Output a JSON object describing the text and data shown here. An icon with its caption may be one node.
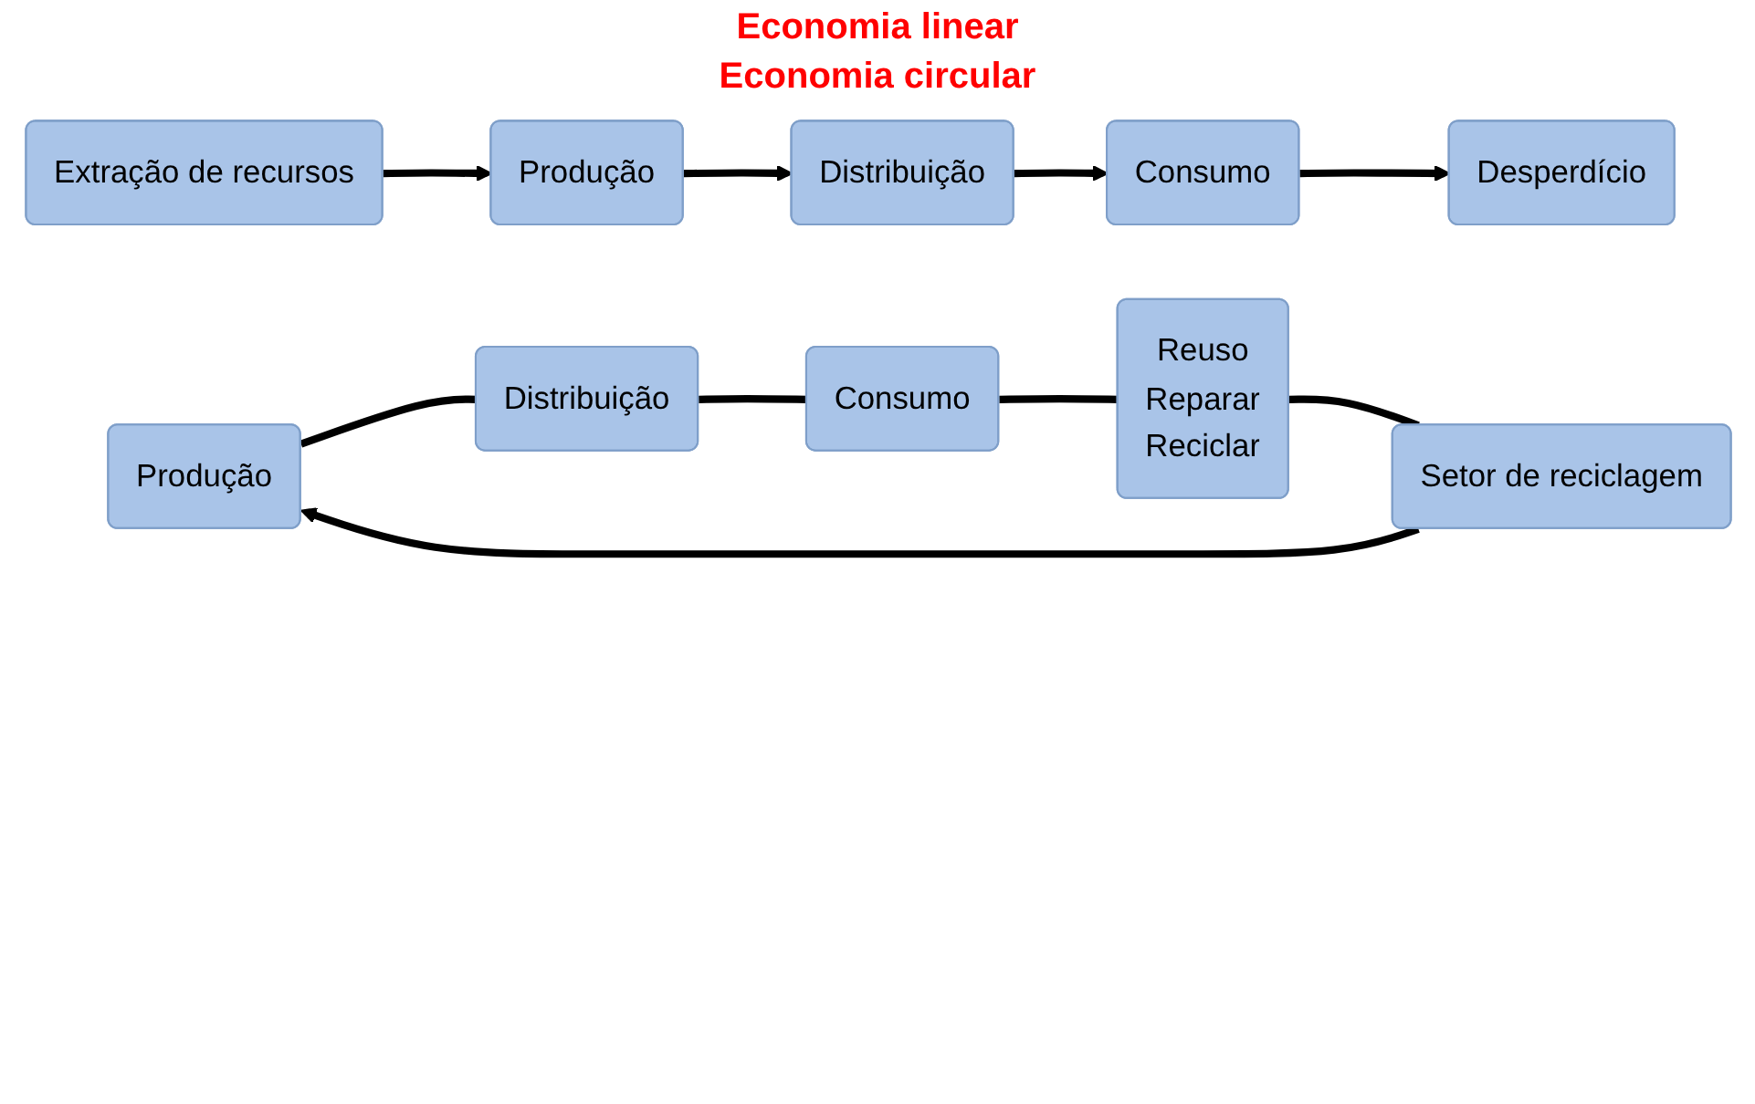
{
  "diagram": {
    "title": "Economia linear",
    "nodes": [
      {
        "text": [
          "Extração de recursos"
        ]
      },
      {
        "text": [
          "Produção"
        ]
      },
      {
        "text": [
          "Distribuição"
        ]
      },
      {
        "text": [
          "Consumo"
        ]
      },
      {
        "text": [
          "Desperdício"
        ]
      },
      {
        "text": [
          "Produção"
        ]
      },
      {
        "text": [
          "Distribuição"
        ]
      },
      {
        "text": [
          "Consumo"
        ]
      },
      {
        "text": [
          "Reuso",
          "Reparar",
          "Reciclar"
        ]
      },
      {
        "text": [
          "Setor de reciclagem"
        ]
      }
    ],
    "edges": [
      {
        "from": 0,
        "to": 1,
        "arrow": "to"
      },
      {
        "from": 1,
        "to": 2,
        "arrow": "to"
      },
      {
        "from": 2,
        "to": 3,
        "arrow": "to"
      },
      {
        "from": 3,
        "to": 4,
        "arrow": "to"
      },
      {
        "from": 5,
        "to": 6,
        "arrow": "none"
      },
      {
        "from": 6,
        "to": 7,
        "arrow": "none"
      },
      {
        "from": 7,
        "to": 8,
        "arrow": "none"
      },
      {
        "from": 8,
        "to": 9,
        "arrow": "none"
      },
      {
        "from": 9,
        "to": 5,
        "arrow": "to"
      }
    ],
    "labels": [
      "Economia circular"
    ]
  }
}
